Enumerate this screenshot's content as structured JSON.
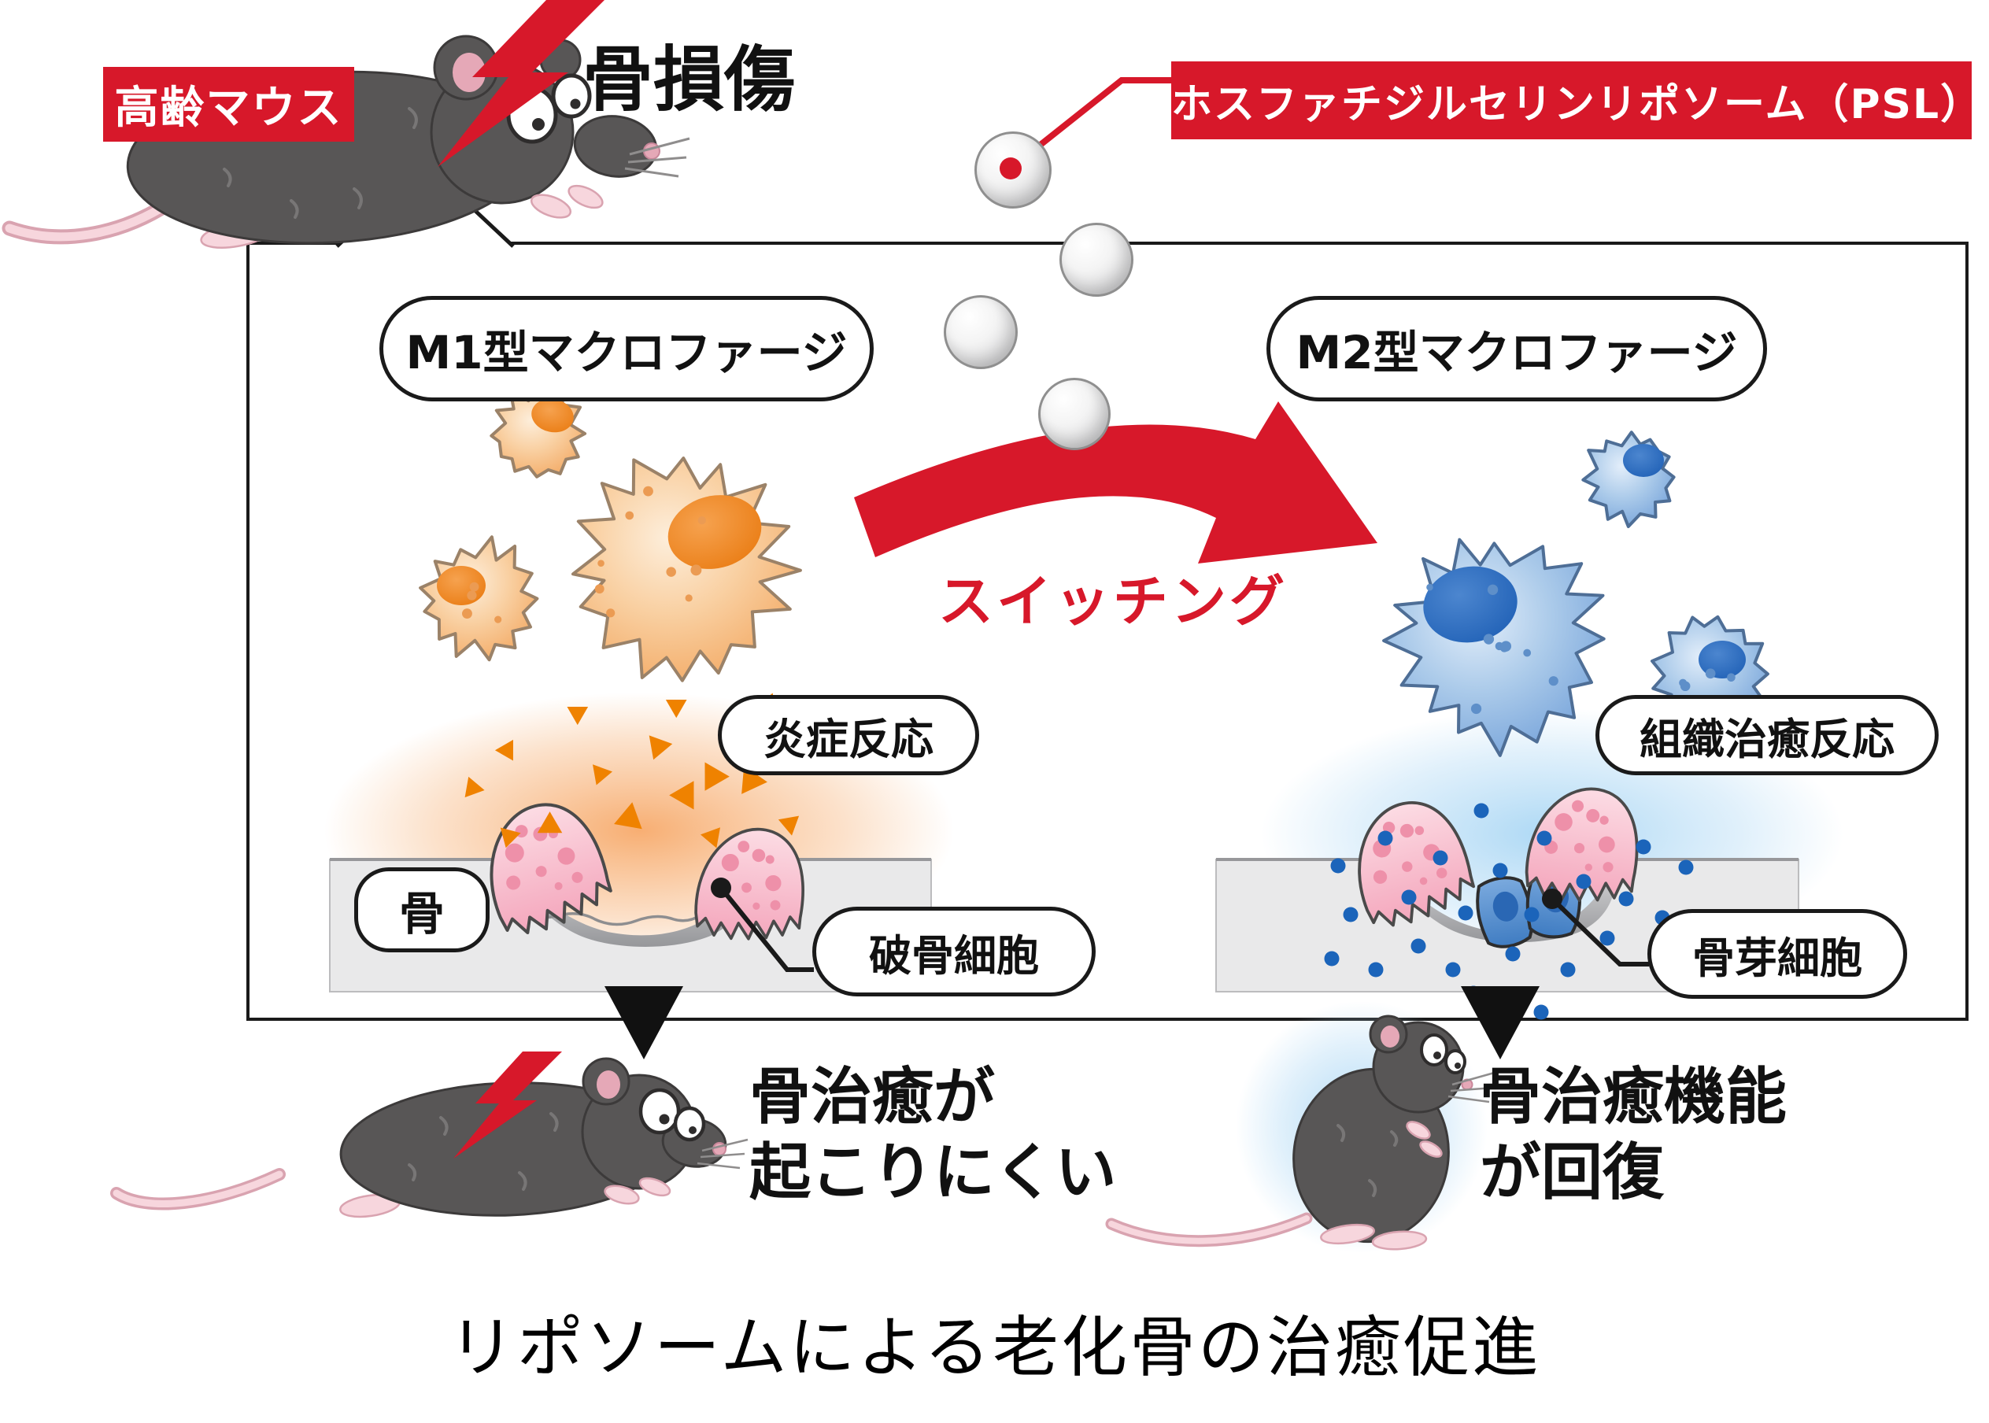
{
  "header": {
    "aged_mouse_badge": "高齢マウス",
    "bone_injury": "骨損傷",
    "psl_badge": "ホスファチジルセリンリポソーム（PSL）"
  },
  "left_panel": {
    "macrophage_label": "M1型マクロファージ",
    "reaction_label": "炎症反応",
    "bone_label": "骨",
    "cell_label": "破骨細胞"
  },
  "right_panel": {
    "macrophage_label": "M2型マクロファージ",
    "reaction_label": "組織治癒反応",
    "cell_label": "骨芽細胞"
  },
  "switching_label": "スイッチング",
  "outcomes": {
    "left": {
      "line1": "骨治癒が",
      "line2": "起こりにくい"
    },
    "right": {
      "line1": "骨治癒機能",
      "line2": "が回復"
    }
  },
  "caption": "リポソームによる老化骨の治癒促進",
  "colors": {
    "accent_red": "#d7182a",
    "m1_orange": "#f0831e",
    "m2_blue": "#2f6fc0",
    "bone_gray": "#e9e9ea",
    "mouse_gray": "#585656",
    "osteoclast_pink": "#f8c3d0"
  }
}
